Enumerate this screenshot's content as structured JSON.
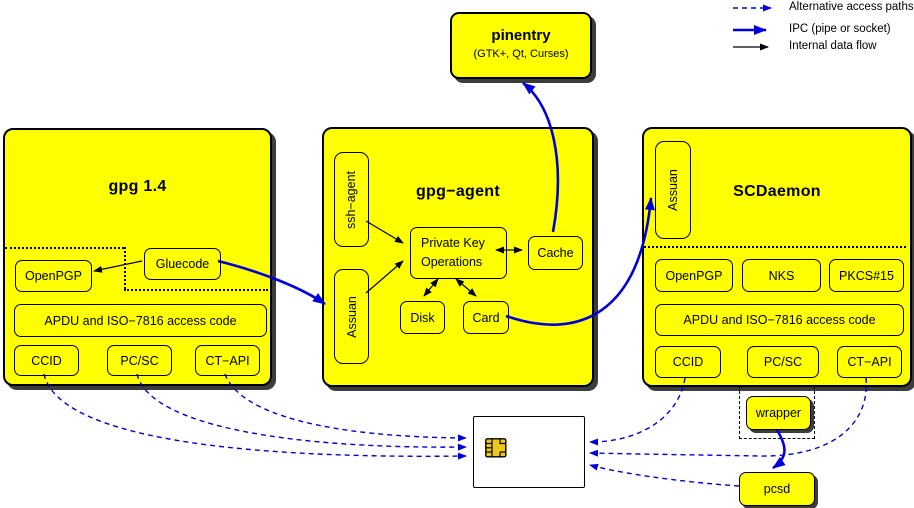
{
  "legend": {
    "alternative": "Alternative access paths",
    "ipc": "IPC (pipe or socket)",
    "internal": "Internal data flow"
  },
  "pinentry": {
    "title": "pinentry",
    "subtitle": "(GTK+, Qt, Curses)"
  },
  "gpg14": {
    "title": "gpg 1.4",
    "openpgp": "OpenPGP",
    "gluecode": "Gluecode",
    "apdu": "APDU and ISO−7816 access code",
    "ccid": "CCID",
    "pcsc": "PC/SC",
    "ctapi": "CT−API"
  },
  "gpg_agent": {
    "title": "gpg−agent",
    "ssh_agent": "ssh−agent",
    "assuan": "Assuan",
    "private_key_ops_line1": "Private Key",
    "private_key_ops_line2": "Operations",
    "cache": "Cache",
    "disk": "Disk",
    "card": "Card"
  },
  "scdaemon": {
    "title": "SCDaemon",
    "assuan": "Assuan",
    "openpgp": "OpenPGP",
    "nks": "NKS",
    "pkcs15": "PKCS#15",
    "apdu": "APDU and ISO−7816 access code",
    "ccid": "CCID",
    "pcsc": "PC/SC",
    "ctapi": "CT−API"
  },
  "bottom": {
    "wrapper": "wrapper",
    "pcsd": "pcsd"
  },
  "icons": {
    "smartcard": "smartcard-icon",
    "chip": "smartcard-chip-icon",
    "alternative_arrow": "dashed-arrow-icon",
    "ipc_arrow": "ipc-arrow-icon",
    "internal_arrow": "internal-arrow-icon"
  },
  "colors": {
    "box_yellow": "#ffff00",
    "arrow_blue": "#0000dd",
    "border_black": "#000000",
    "background": "#ffffff",
    "chip_gold": "#eec81c",
    "shadow_gray": "#3c3c3c"
  }
}
